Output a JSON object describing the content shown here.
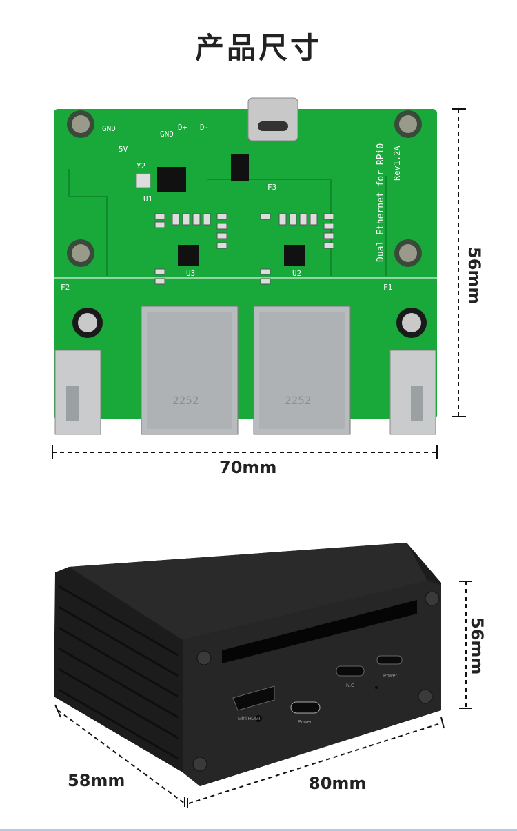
{
  "title": "产品尺寸",
  "pcb": {
    "width_label": "70mm",
    "height_label": "56mm",
    "silkscreen": {
      "board_name": "Dual Ethernet for RPi0",
      "revision": "Rev1.2A",
      "gnd1": "GND",
      "gnd2": "GND",
      "five_v": "5V",
      "d_plus": "D+",
      "d_minus": "D-",
      "y2": "Y2",
      "u1": "U1",
      "u2": "U2",
      "u3": "U3",
      "f1": "F1",
      "f2": "F2",
      "f3": "F3",
      "rj45_marking_left": "2252",
      "rj45_marking_right": "2252"
    }
  },
  "enclosure": {
    "height_label": "56mm",
    "depth_label": "58mm",
    "width_label": "80mm",
    "port_labels": {
      "mini_hdmi": "Mini  HDMI",
      "usb_c_power": "Power",
      "nc": "N.C",
      "micro_power": "Power"
    }
  },
  "colors": {
    "pcb_green": "#19a93a",
    "enclosure_black": "#1c1c1c",
    "rj45_metal": "#b8bcbf"
  }
}
